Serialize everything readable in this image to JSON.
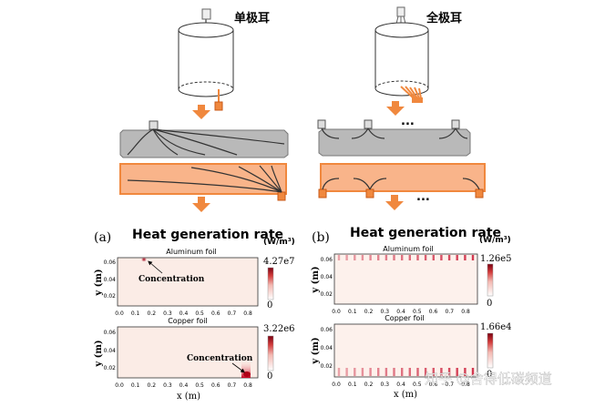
{
  "schematic": {
    "single_tab_label": "单极耳",
    "full_tab_label": "全极耳",
    "ellipsis_top": "...",
    "ellipsis_bottom": "..."
  },
  "panel_a": {
    "letter": "(a)",
    "title": "Heat generation rate",
    "unit": "(W/m³)",
    "aluminum": {
      "foil_label": "Aluminum foil",
      "cbar_max": "4.27e7",
      "cbar_min": "0",
      "annotation": "Concentration",
      "y_ticks": [
        "0.06",
        "0.04",
        "0.02"
      ]
    },
    "copper": {
      "foil_label": "Copper foil",
      "cbar_max": "3.22e6",
      "cbar_min": "0",
      "annotation": "Concentration",
      "y_ticks": [
        "0.06",
        "0.04",
        "0.02"
      ]
    },
    "x_ticks": [
      "0.0",
      "0.1",
      "0.2",
      "0.3",
      "0.4",
      "0.5",
      "0.6",
      "0.7",
      "0.8"
    ],
    "xlabel": "x (m)",
    "ylabel": "y (m)"
  },
  "panel_b": {
    "letter": "(b)",
    "title": "Heat generation rate",
    "unit": "(W/m³)",
    "aluminum": {
      "foil_label": "Aluminum foil",
      "cbar_max": "1.26e5",
      "cbar_min": "0",
      "y_ticks": [
        "0.06",
        "0.04",
        "0.02"
      ]
    },
    "copper": {
      "foil_label": "Copper foil",
      "cbar_max": "1.66e4",
      "cbar_min": "0",
      "y_ticks": [
        "0.06",
        "0.04",
        "0.02"
      ]
    },
    "x_ticks": [
      "0.0",
      "0.1",
      "0.2",
      "0.3",
      "0.4",
      "0.5",
      "0.6",
      "0.7",
      "0.8"
    ],
    "xlabel": "x (m)",
    "ylabel": "y (m)"
  },
  "watermark": "知乎 @舍得低碳频道",
  "colors": {
    "orange": "#f0883e",
    "orange_fill": "#f9b48a",
    "gray_fill": "#b9b9b9",
    "heat_dark": "#8b0012",
    "heat_light": "#fbe9e2"
  }
}
